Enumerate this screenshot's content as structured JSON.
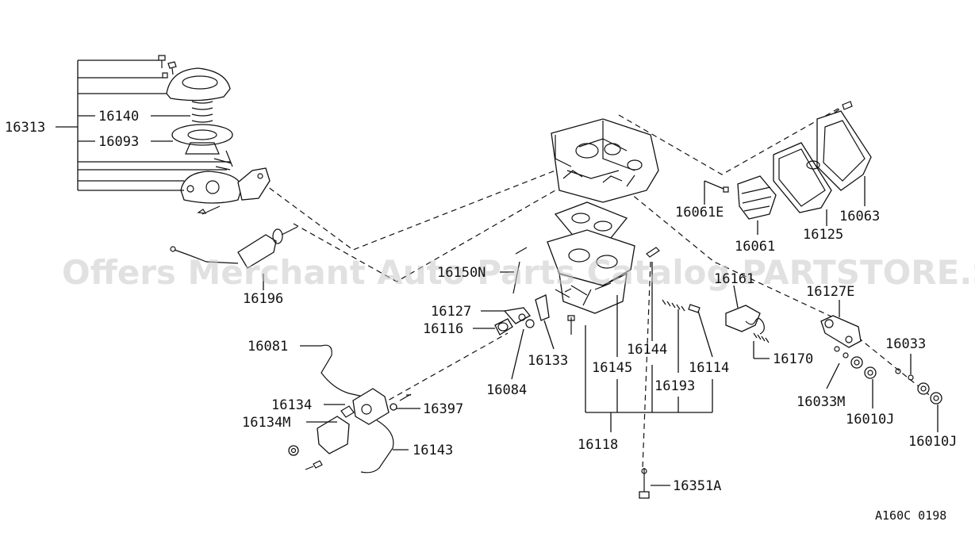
{
  "watermark": "Offers Merchant Auto Parts Catalog PARTSTORE.SA",
  "figure_code": "A160C 0198",
  "labels": {
    "p16313": "16313",
    "p16140": "16140",
    "p16093": "16093",
    "p16196": "16196",
    "p16081": "16081",
    "p16134": "16134",
    "p16134M": "16134M",
    "p16143": "16143",
    "p16397": "16397",
    "p16150N": "16150N",
    "p16127": "16127",
    "p16116": "16116",
    "p16133": "16133",
    "p16084": "16084",
    "p16144": "16144",
    "p16145": "16145",
    "p16193": "16193",
    "p16114": "16114",
    "p16118": "16118",
    "p16351A": "16351A",
    "p16061E": "16061E",
    "p16061": "16061",
    "p16125": "16125",
    "p16063": "16063",
    "p16161": "16161",
    "p16170": "16170",
    "p16127E": "16127E",
    "p16033": "16033",
    "p16033M": "16033M",
    "p16010J_a": "16010J",
    "p16010J_b": "16010J"
  }
}
